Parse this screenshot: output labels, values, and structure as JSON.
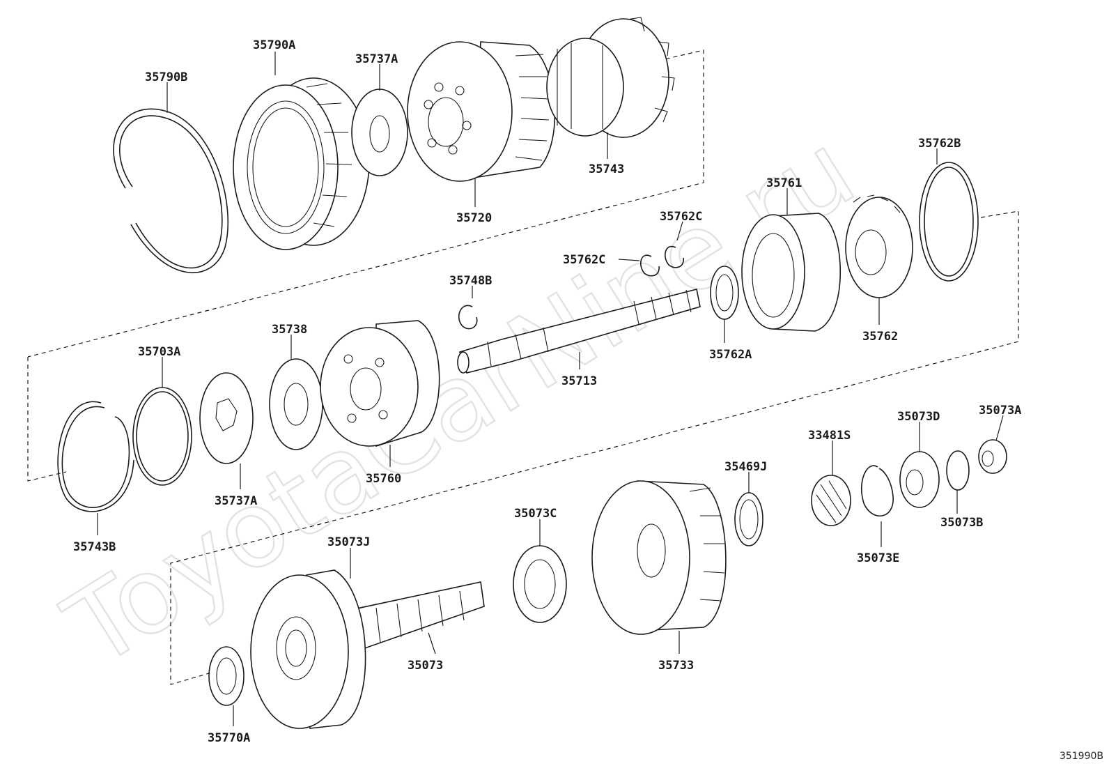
{
  "watermark": "ToyotaCarNine.ru",
  "diagram_code": "351990B",
  "parts": {
    "p35790B": "35790B",
    "p35790A": "35790A",
    "p35737A_top": "35737A",
    "p35720": "35720",
    "p35743": "35743",
    "p35762B": "35762B",
    "p35761": "35761",
    "p35762C_a": "35762C",
    "p35762C_b": "35762C",
    "p35762": "35762",
    "p35748B": "35748B",
    "p35713": "35713",
    "p35762A": "35762A",
    "p35738": "35738",
    "p35703A": "35703A",
    "p35760": "35760",
    "p35737A_mid": "35737A",
    "p35743B": "35743B",
    "p35469J": "35469J",
    "p33481S": "33481S",
    "p35073D": "35073D",
    "p35073A": "35073A",
    "p35073B": "35073B",
    "p35073E": "35073E",
    "p35073C": "35073C",
    "p35073J": "35073J",
    "p35073": "35073",
    "p35733": "35733",
    "p35770A": "35770A"
  }
}
